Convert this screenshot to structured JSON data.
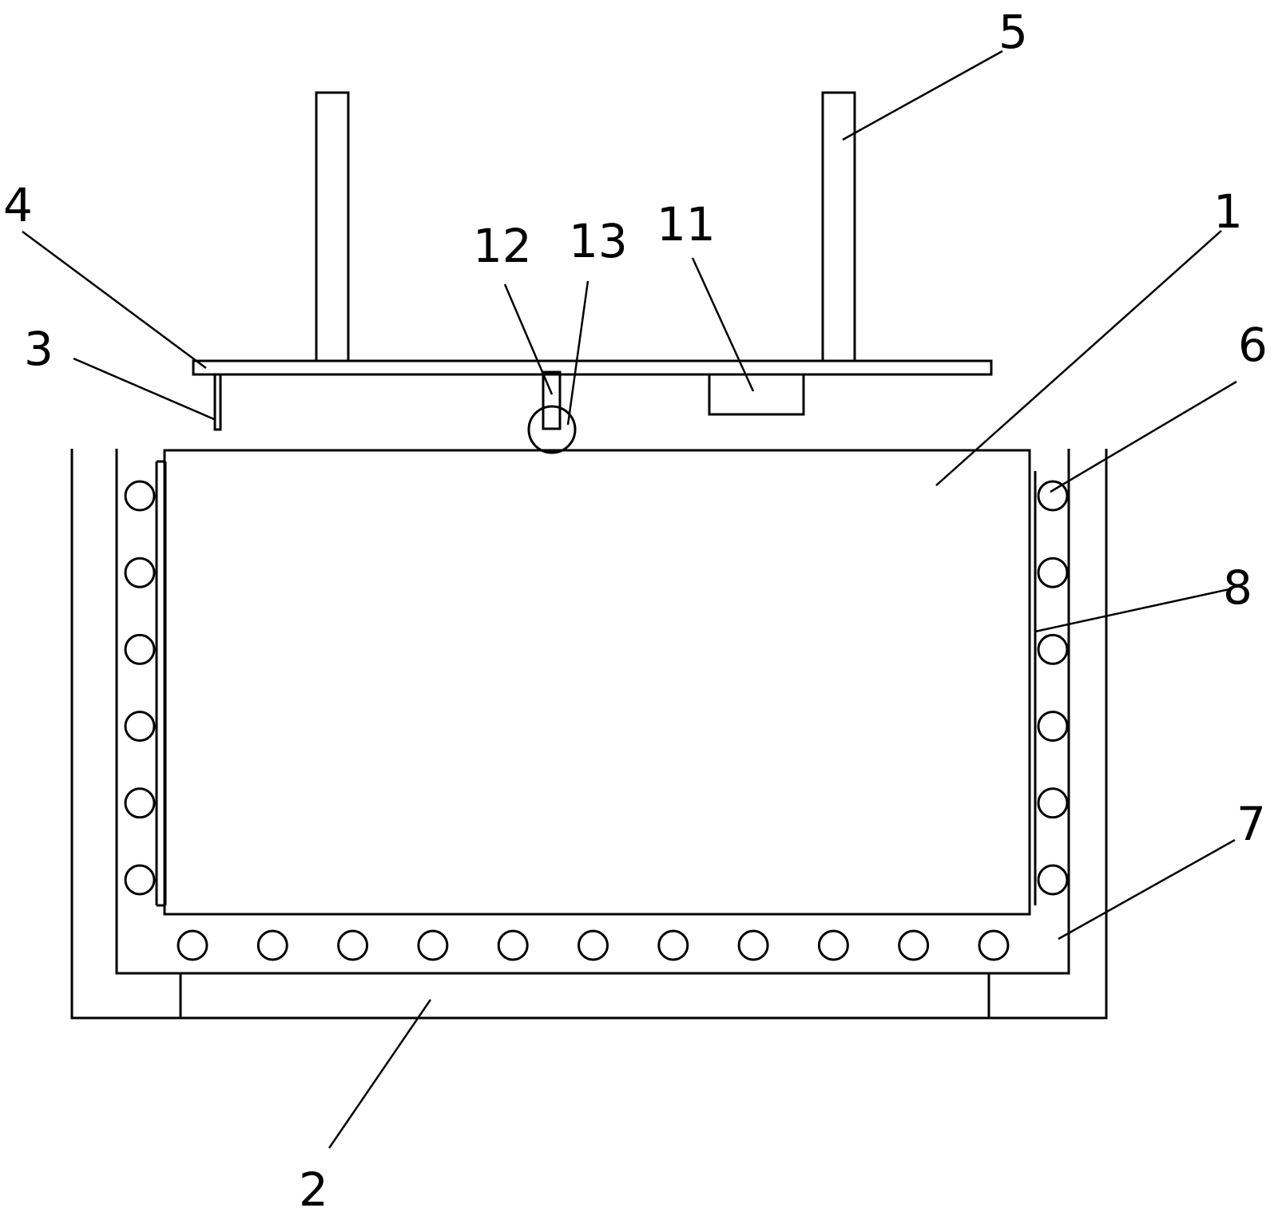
{
  "labels": {
    "l1": "1",
    "l2": "2",
    "l3": "3",
    "l4": "4",
    "l5": "5",
    "l6": "6",
    "l7": "7",
    "l8": "8",
    "l11": "11",
    "l12": "12",
    "l13": "13"
  },
  "heaters": {
    "left_count": 6,
    "right_count": 6,
    "bottom_count": 11
  },
  "colors": {
    "stroke": "#000000",
    "background": "#ffffff"
  }
}
